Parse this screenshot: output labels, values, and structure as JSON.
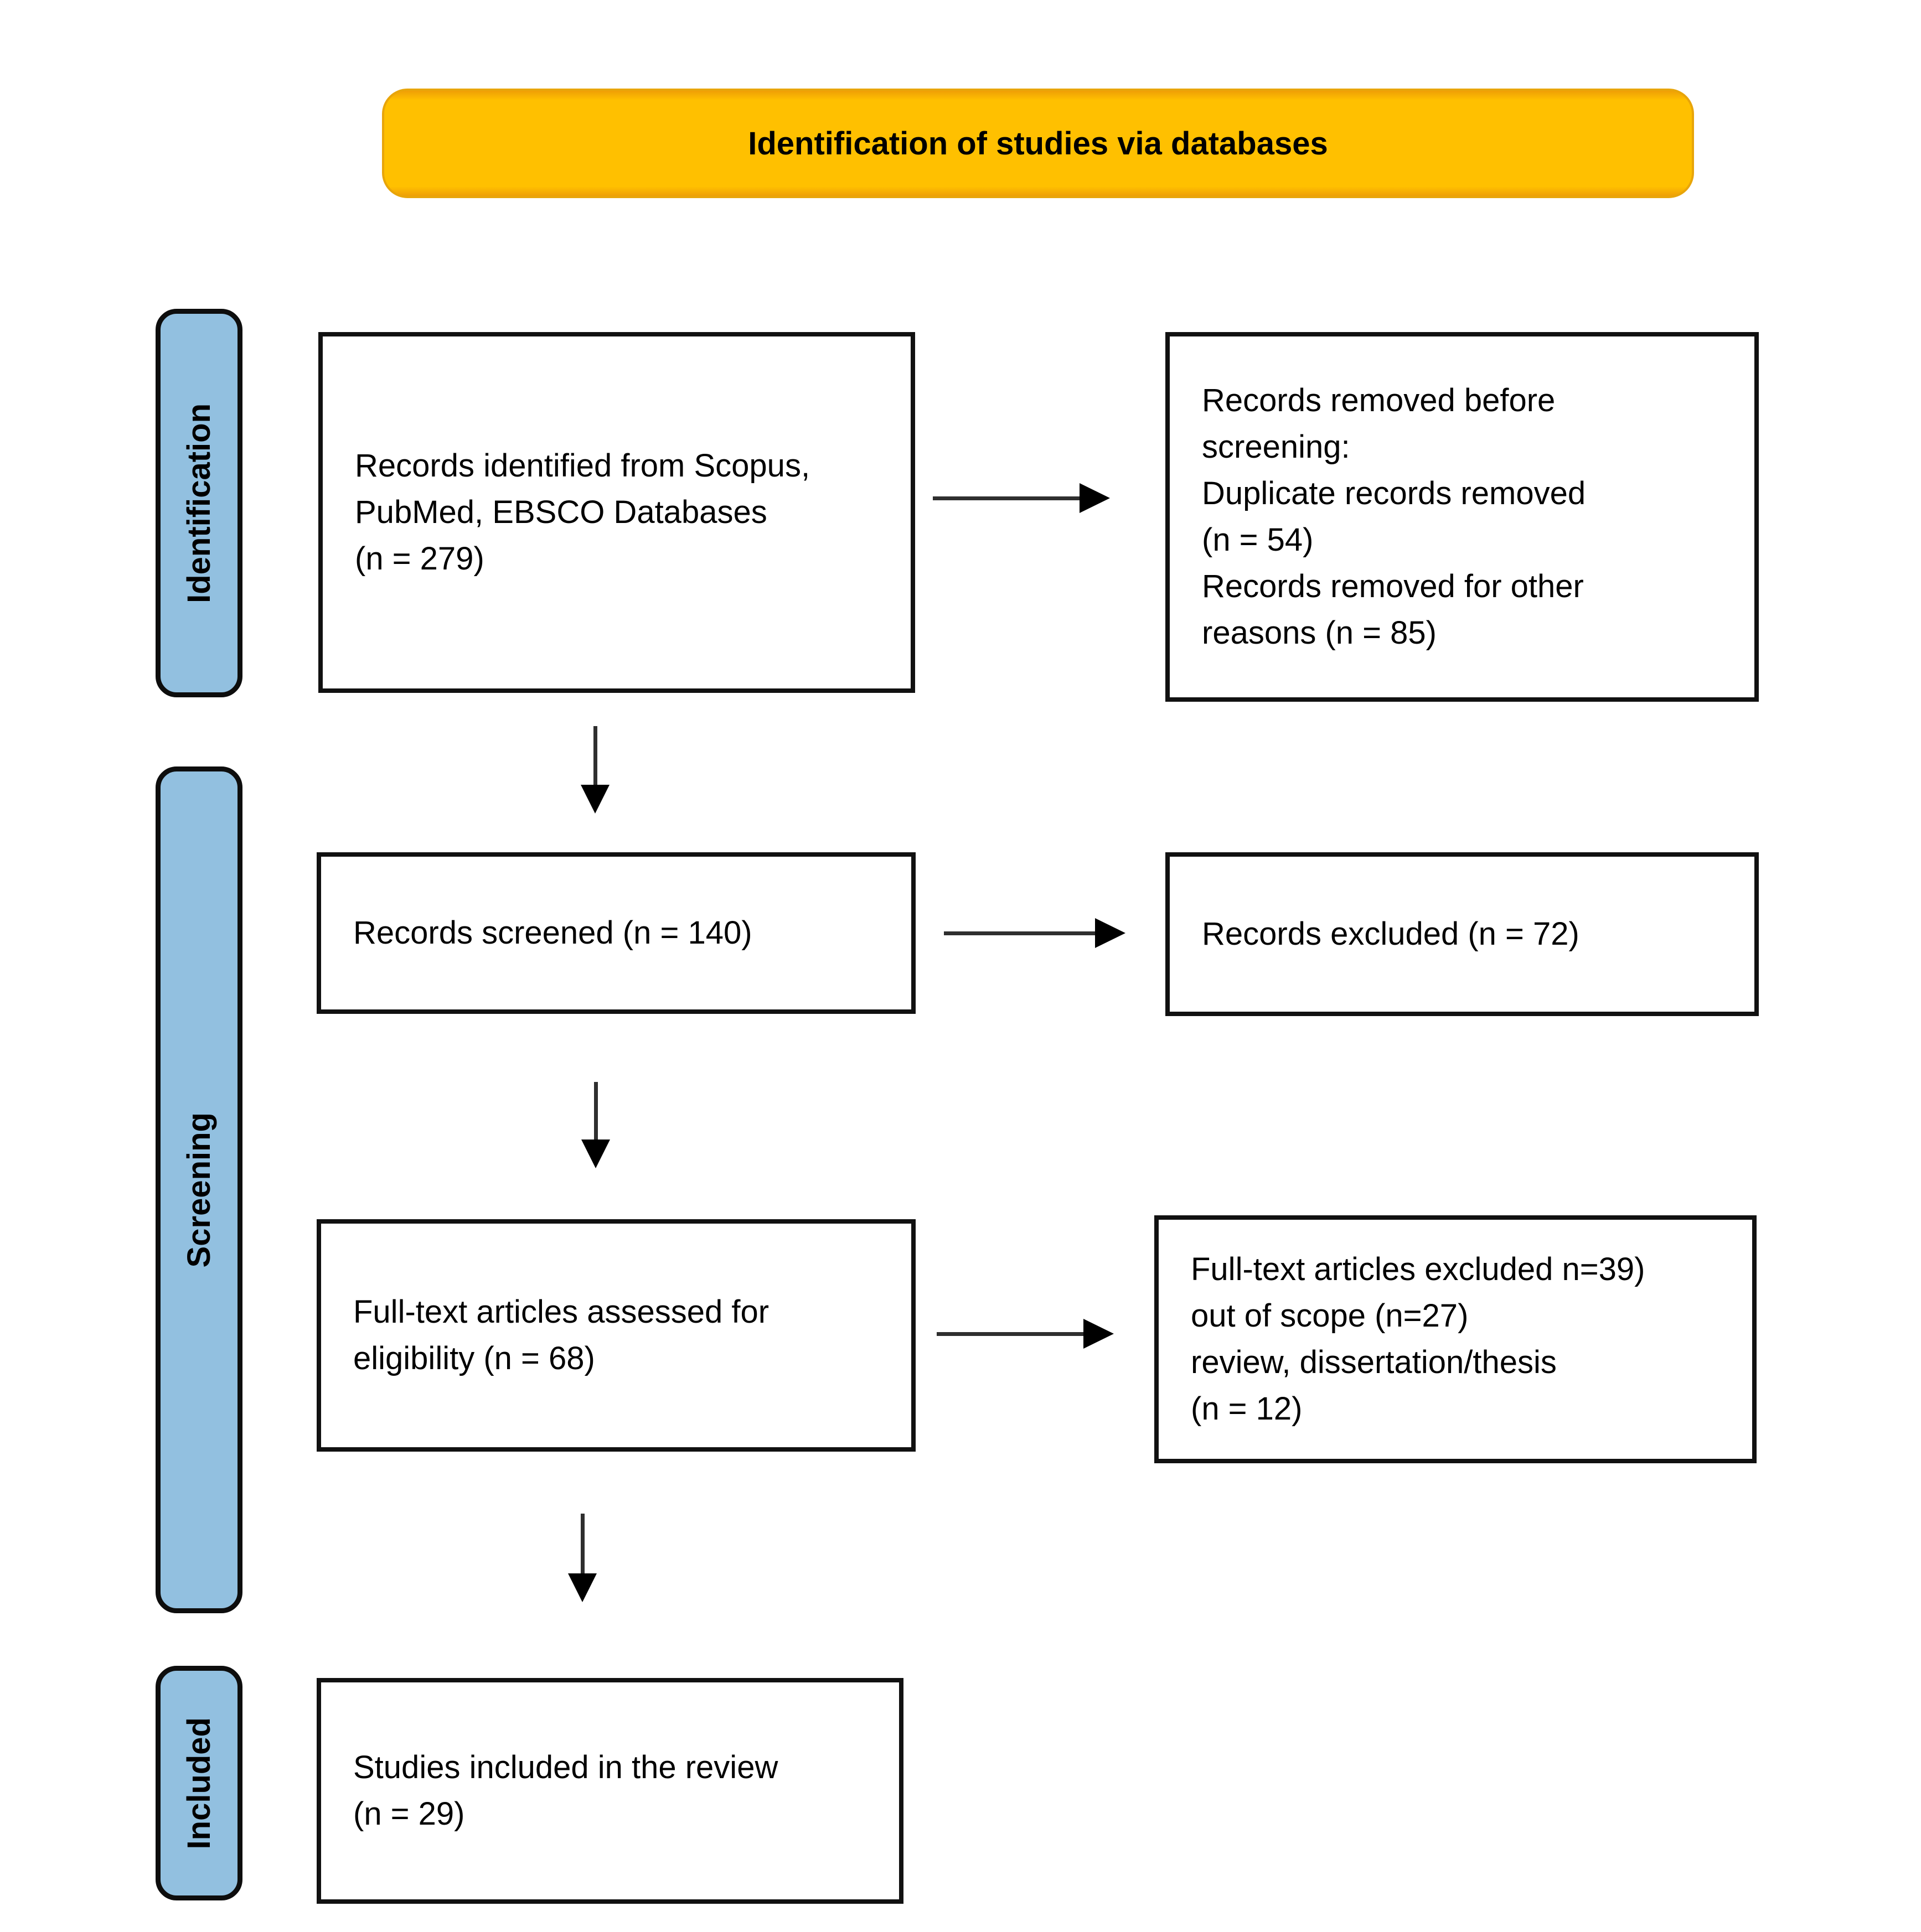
{
  "banner": {
    "label": "Identification of studies via databases"
  },
  "stages": {
    "identification": {
      "label": "Identification"
    },
    "screening": {
      "label": "Screening"
    },
    "included": {
      "label": "Included"
    }
  },
  "flow": {
    "records_identified": {
      "text": "Records identified from Scopus,\nPubMed, EBSCO Databases\n(n = 279)"
    },
    "records_removed": {
      "text": "Records removed before\nscreening:\nDuplicate records removed\n(n = 54)\nRecords removed for other\nreasons (n = 85)"
    },
    "records_screened": {
      "text": "Records screened (n = 140)"
    },
    "records_excluded": {
      "text": "Records excluded (n = 72)"
    },
    "fulltext_assessed": {
      "text": "Full-text articles assessed for\neligibility (n = 68)"
    },
    "fulltext_excluded": {
      "text": "Full-text articles excluded n=39)\nout of scope (n=27)\nreview, dissertation/thesis\n (n = 12)"
    },
    "studies_included": {
      "text": "Studies included in the review\n(n = 29)"
    }
  },
  "colors": {
    "banner_fill": "#FFC000",
    "banner_border": "#E8A50A",
    "stage_fill": "#92C0E0",
    "border": "#111111",
    "arrow_shaft": "#2F2F2F",
    "arrow_head": "#000000",
    "text": "#000000"
  }
}
